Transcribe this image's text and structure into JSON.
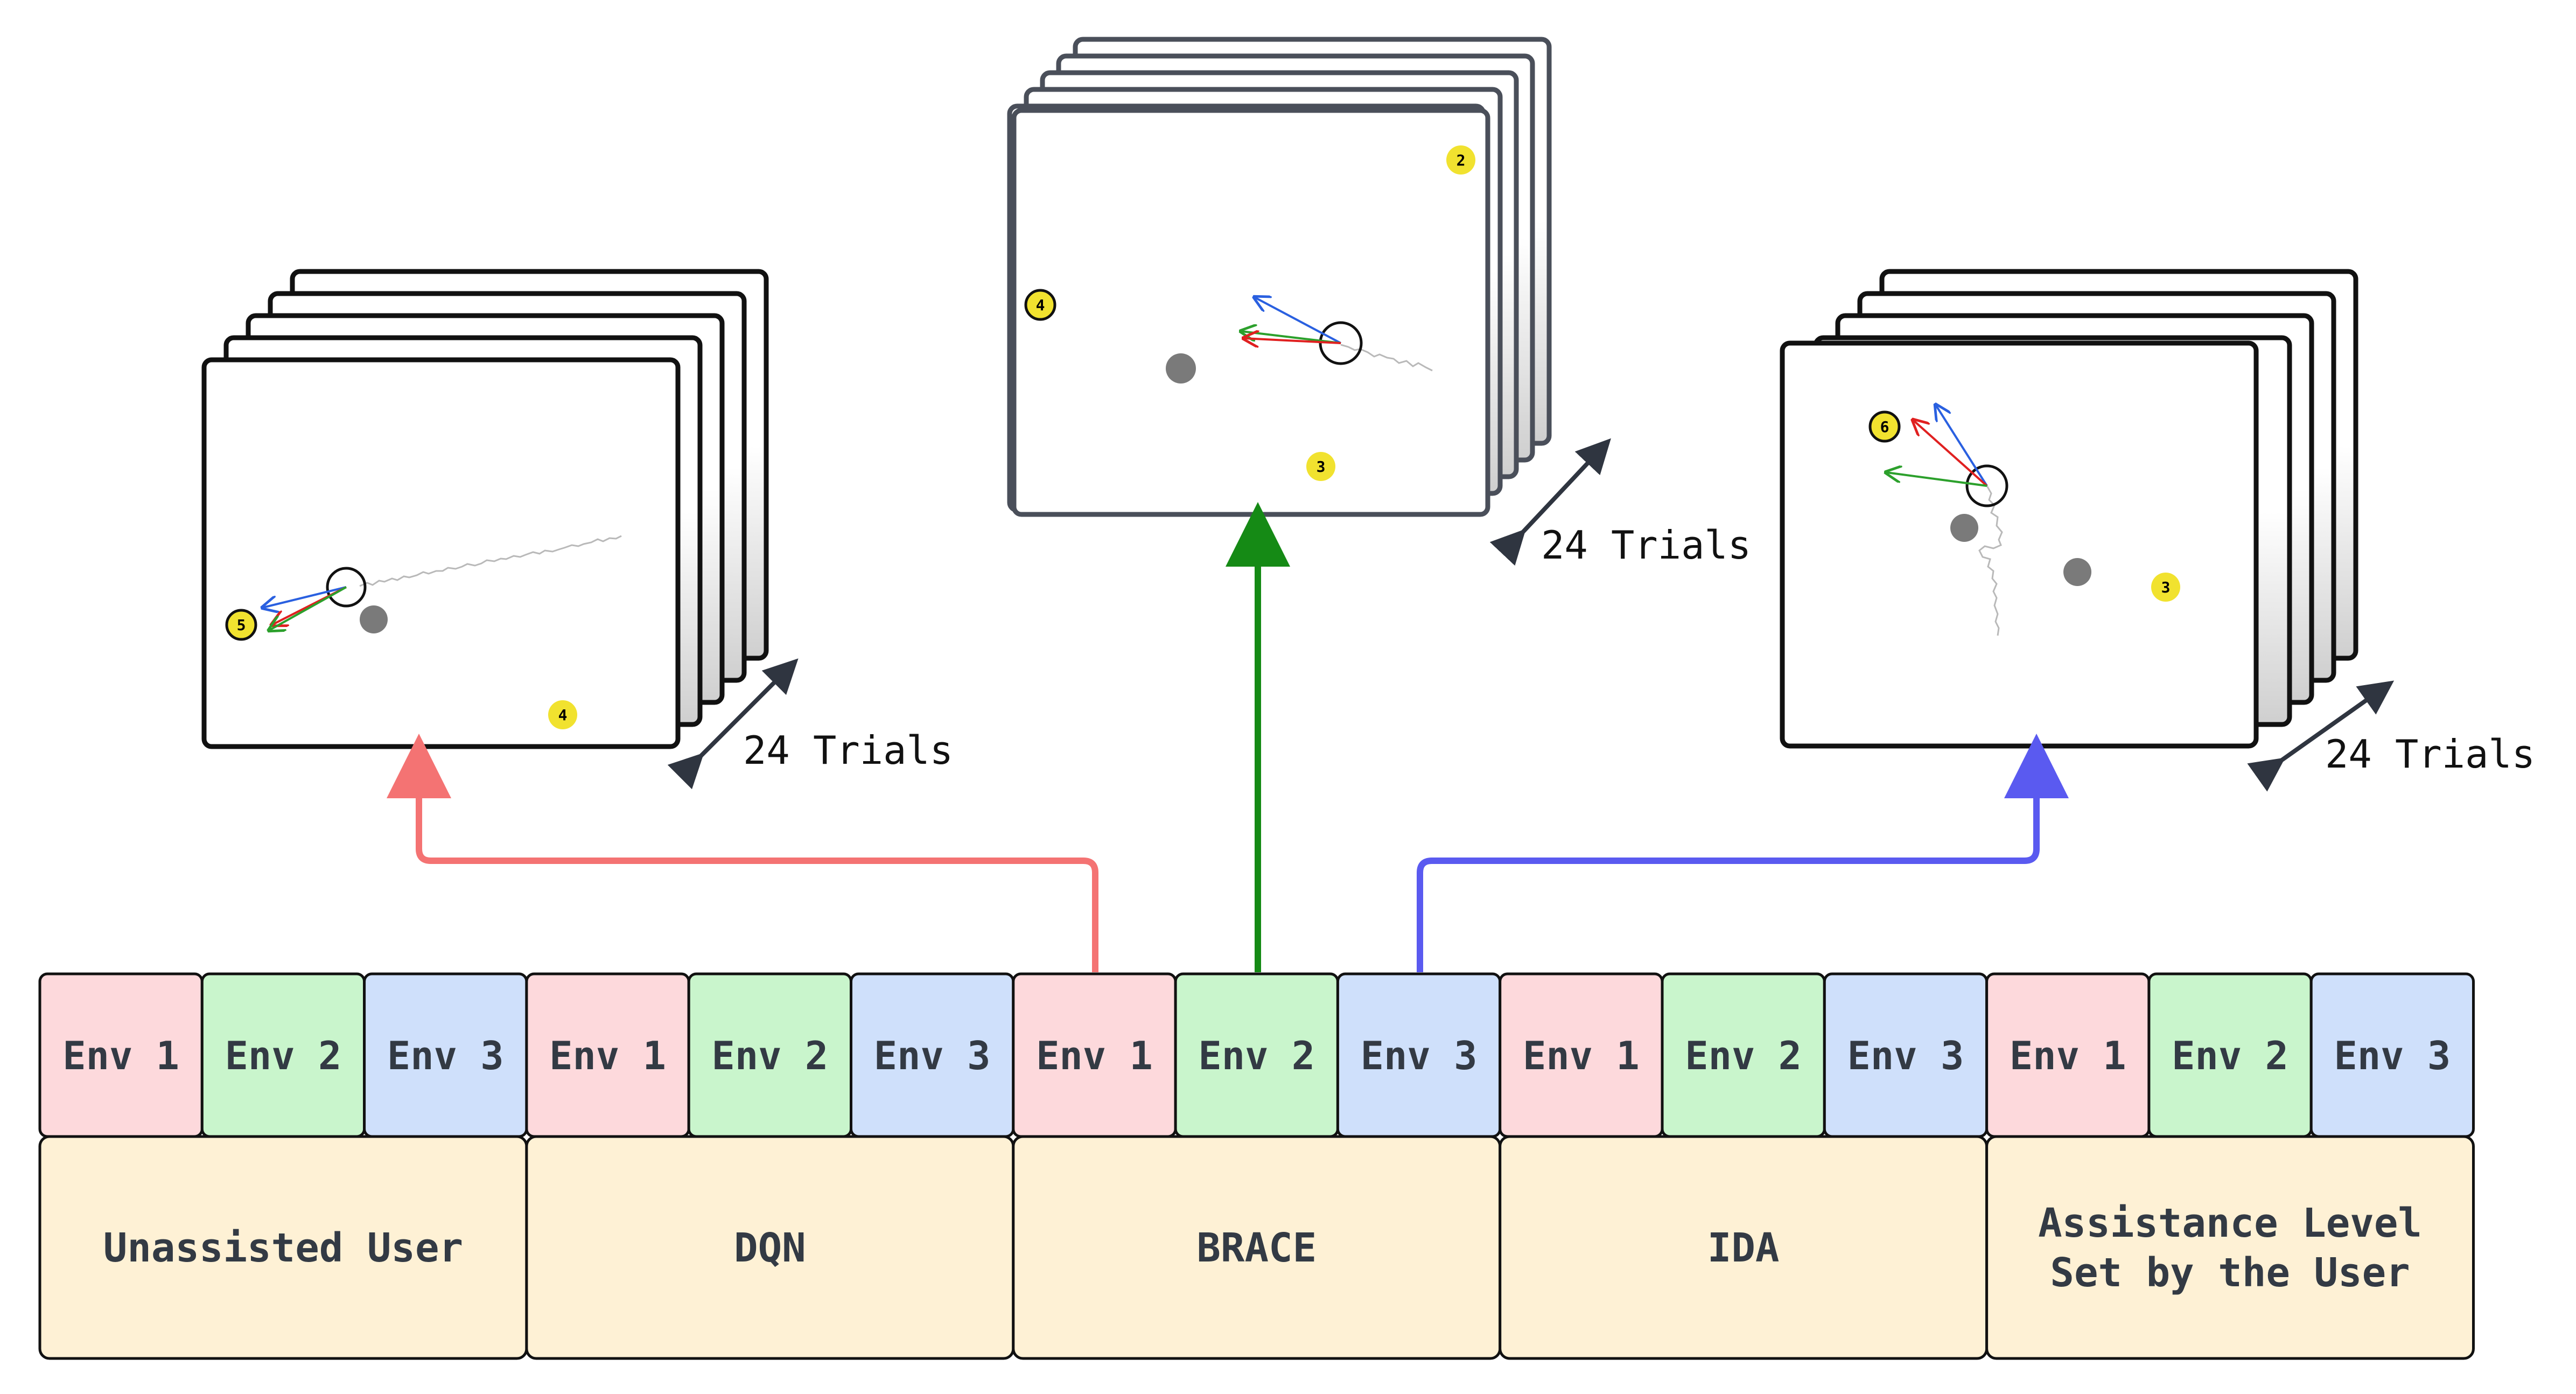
{
  "panels": {
    "left": {
      "trials_label": "24 Trials",
      "goals": [
        {
          "label": "5"
        },
        {
          "label": "4"
        }
      ]
    },
    "center": {
      "trials_label": "24 Trials",
      "goals": [
        {
          "label": "2"
        },
        {
          "label": "4"
        },
        {
          "label": "3"
        }
      ]
    },
    "right": {
      "trials_label": "24 Trials",
      "goals": [
        {
          "label": "6"
        },
        {
          "label": "3"
        }
      ]
    }
  },
  "env_row": [
    "Env 1",
    "Env 2",
    "Env 3",
    "Env 1",
    "Env 2",
    "Env 3",
    "Env 1",
    "Env 2",
    "Env 3",
    "Env 1",
    "Env 2",
    "Env 3",
    "Env 1",
    "Env 2",
    "Env 3"
  ],
  "conditions": [
    {
      "lines": [
        "Unassisted User"
      ]
    },
    {
      "lines": [
        "DQN"
      ]
    },
    {
      "lines": [
        "BRACE"
      ]
    },
    {
      "lines": [
        "IDA"
      ]
    },
    {
      "lines": [
        "Assistance Level",
        "Set by the User"
      ]
    }
  ],
  "colors": {
    "env1": "#fdd9dc",
    "env2": "#c9f5cc",
    "env3": "#cfe0fb",
    "condition_fill": "#fef1d5",
    "arrow_left": "#f47373",
    "arrow_center": "#158a15",
    "arrow_right": "#5a5af0",
    "goal_fill": "#f1e22f",
    "obstacle": "#7a7a7a",
    "frame_stroke": "#111111",
    "center_frame_stroke": "#4a4f5a"
  }
}
